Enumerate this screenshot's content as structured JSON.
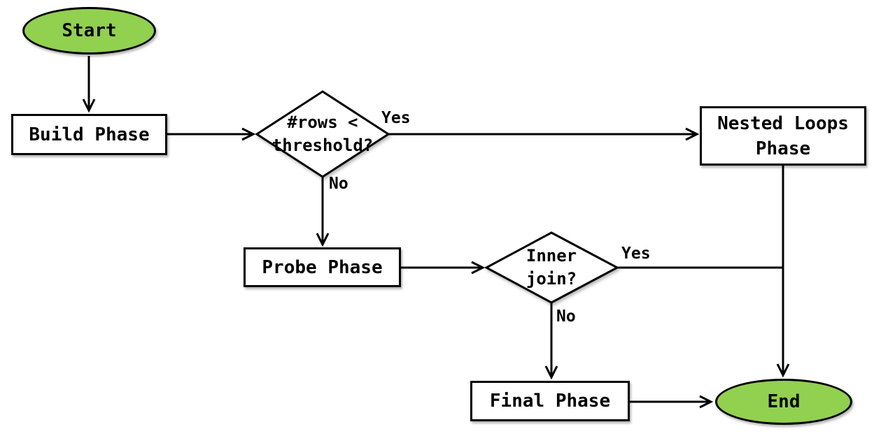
{
  "nodes": {
    "start": {
      "type": "terminal",
      "label": "Start"
    },
    "build_phase": {
      "type": "process",
      "label": "Build Phase"
    },
    "rows_decision": {
      "type": "decision",
      "line1": "#rows <",
      "line2": "threshold?"
    },
    "nested_loops_phase": {
      "type": "process",
      "line1": "Nested Loops",
      "line2": "Phase"
    },
    "probe_phase": {
      "type": "process",
      "label": "Probe Phase"
    },
    "inner_join_decision": {
      "type": "decision",
      "line1": "Inner",
      "line2": "join?"
    },
    "final_phase": {
      "type": "process",
      "label": "Final Phase"
    },
    "end": {
      "type": "terminal",
      "label": "End"
    }
  },
  "edge_labels": {
    "rows_yes": "Yes",
    "rows_no": "No",
    "join_yes": "Yes",
    "join_no": "No"
  },
  "colors": {
    "terminal_fill": "#92D050",
    "process_fill": "#FFFFFF",
    "stroke": "#000000"
  }
}
